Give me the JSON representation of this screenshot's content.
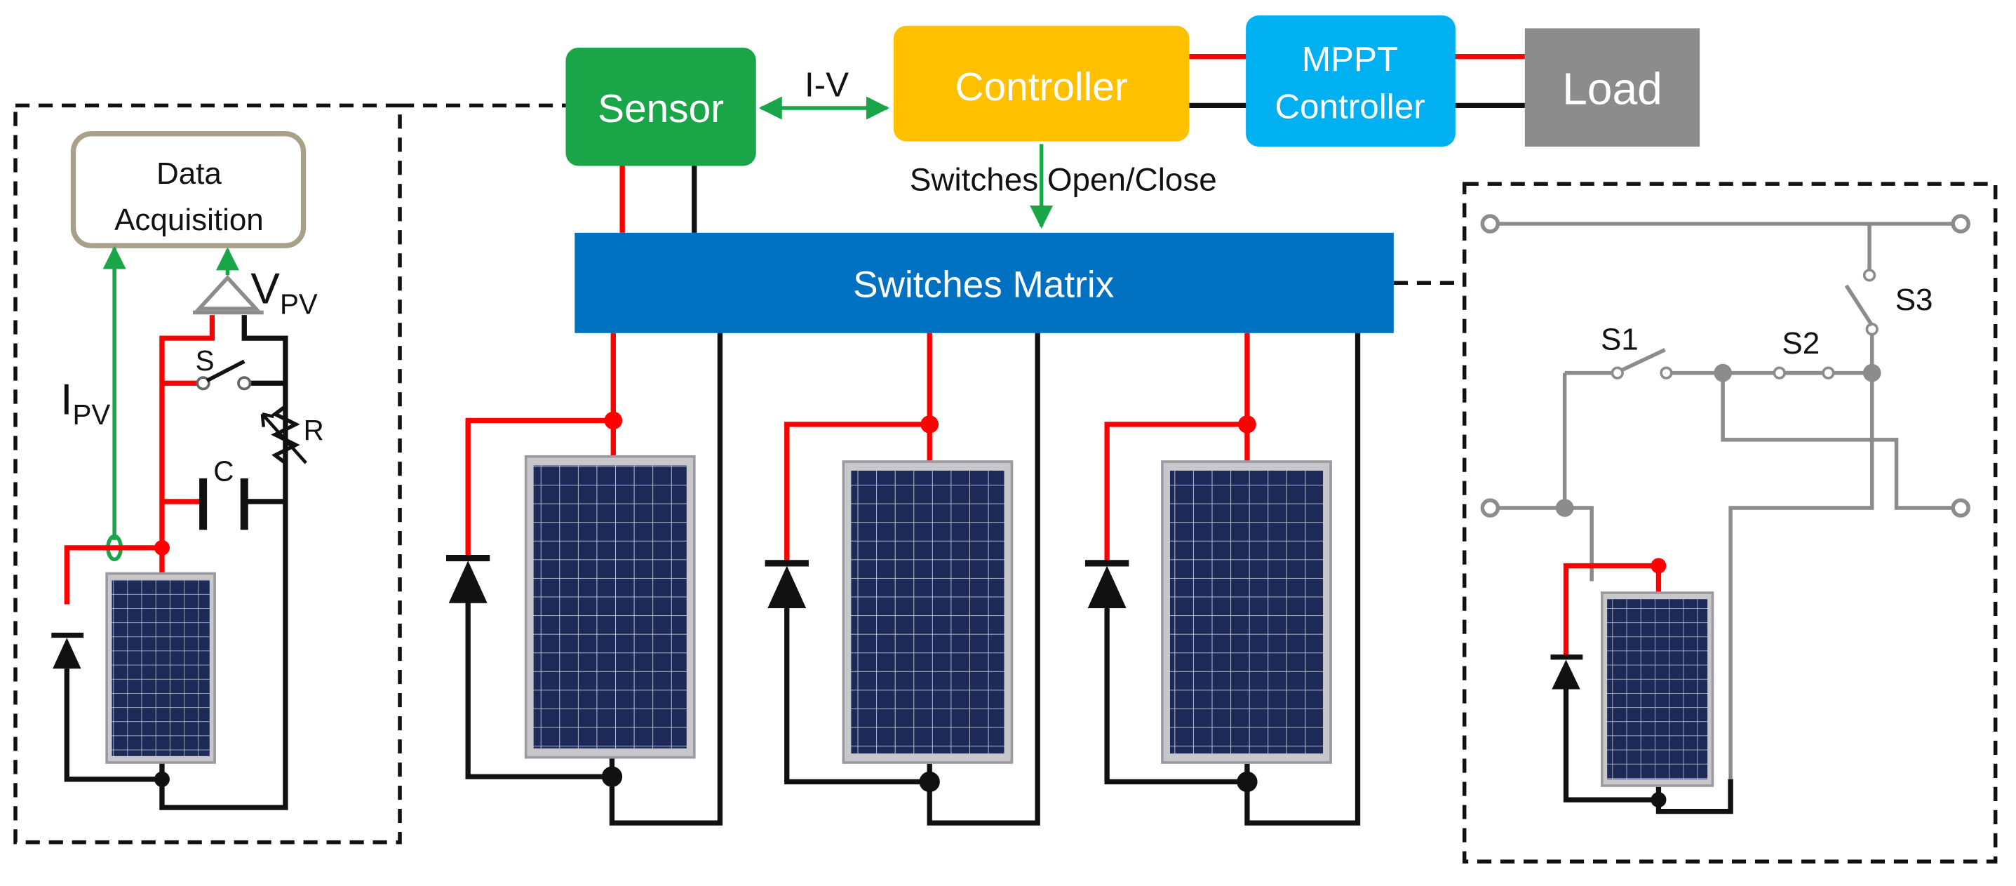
{
  "labels": {
    "sensor": "Sensor",
    "controller": "Controller",
    "mppt_line1": "MPPT",
    "mppt_line2": "Controller",
    "load": "Load",
    "iv": "I-V",
    "switches_open_close": "Switches Open/Close",
    "switches_matrix": "Switches Matrix",
    "data_acq_line1": "Data",
    "data_acq_line2": "Acquisition",
    "vpv_main": "V",
    "vpv_sub": "PV",
    "ipv_main": "I",
    "ipv_sub": "PV",
    "s": "S",
    "r": "R",
    "c": "C",
    "s1": "S1",
    "s2": "S2",
    "s3": "S3"
  },
  "colors": {
    "sensor": "#1aa648",
    "controller": "#ffc000",
    "mppt": "#00b0f0",
    "load": "#8c8c8c",
    "switches_matrix": "#0070c0",
    "wire_red": "#ff0000",
    "wire_black": "#111111",
    "wire_green": "#1aa648",
    "wire_gray": "#8c8c8c",
    "data_acq_border": "#a9a08a"
  },
  "icons": {
    "panel": "solar-panel-icon",
    "diode": "diode-icon",
    "sensor_triangle": "voltage-sensor-icon"
  }
}
